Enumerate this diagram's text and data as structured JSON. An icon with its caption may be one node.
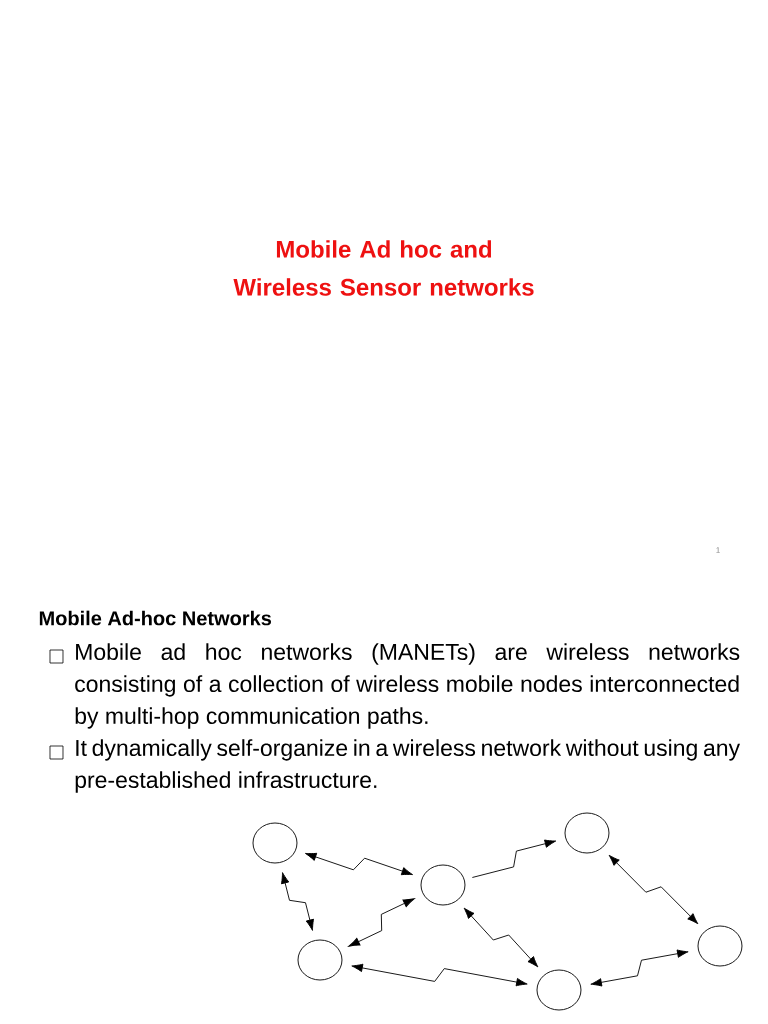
{
  "diagram": {
    "title": "Mobile Ad hoc and Wireless Sensor networks",
    "nodes": [
      {
        "text": [],
        "shape": "circle"
      },
      {
        "text": [],
        "shape": "circle"
      },
      {
        "text": [],
        "shape": "circle"
      },
      {
        "text": [],
        "shape": "circle"
      },
      {
        "text": [],
        "shape": "circle"
      },
      {
        "text": [],
        "shape": "circle"
      }
    ],
    "edges": [
      {
        "from": 0,
        "to": 1,
        "arrow": "both"
      },
      {
        "from": 0,
        "to": 3,
        "arrow": "both"
      },
      {
        "from": 1,
        "to": 3,
        "arrow": "both"
      },
      {
        "from": 1,
        "to": 2,
        "arrow": "to"
      },
      {
        "from": 2,
        "to": 5,
        "arrow": "both"
      },
      {
        "from": 1,
        "to": 4,
        "arrow": "both"
      },
      {
        "from": 3,
        "to": 4,
        "arrow": "both"
      },
      {
        "from": 4,
        "to": 5,
        "arrow": "both"
      }
    ],
    "labels": [
      "1",
      "Mobile Ad-hoc Networks",
      "Mobile ad hoc networks (MANETs) are wireless networks consisting of a collection of wireless mobile nodes interconnected by multi-hop communication paths.",
      "It dynamically self-organize in a wireless network without using any pre-established infrastructure."
    ]
  }
}
